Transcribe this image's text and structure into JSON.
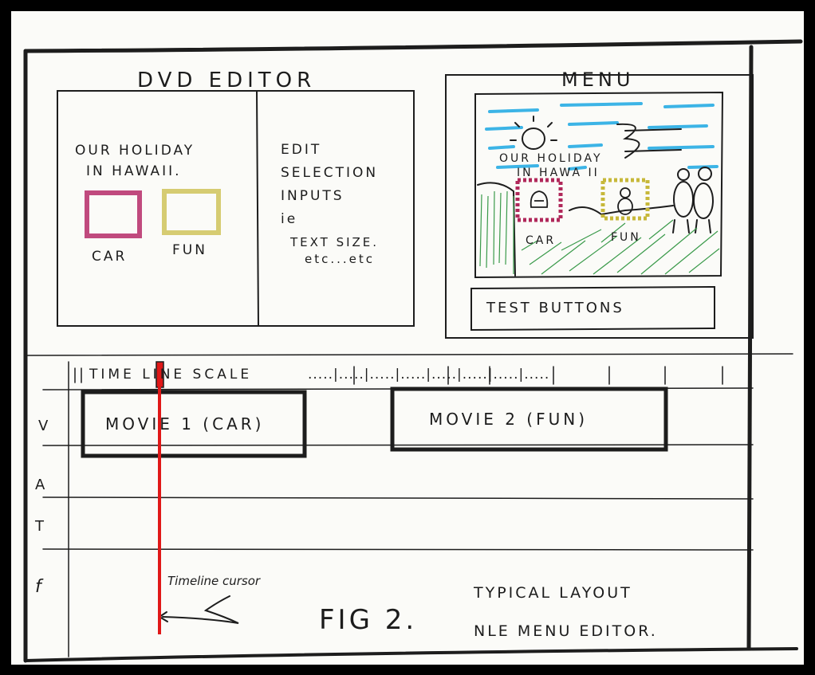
{
  "dvd_editor": {
    "title": "DVD EDITOR",
    "menu_title_line1": "OUR HOLIDAY",
    "menu_title_line2": "IN HAWAII.",
    "buttons": [
      {
        "label": "CAR",
        "color": "#c04a7e"
      },
      {
        "label": "FUN",
        "color": "#d6cc72"
      }
    ],
    "properties": [
      "EDIT",
      "SELECTION",
      "INPUTS",
      "ie",
      "TEXT SIZE.",
      "etc...etc"
    ]
  },
  "menu_preview": {
    "title": "MENU",
    "caption_line1": "OUR HOLIDAY",
    "caption_line2": "IN HAWA II",
    "buttons": [
      {
        "label": "CAR",
        "color": "#b0285a"
      },
      {
        "label": "FUN",
        "color": "#c7b83a"
      }
    ],
    "sky_color": "#3cb4e6",
    "grass_color": "#3a9a4a",
    "test_buttons": "TEST BUTTONS"
  },
  "timeline": {
    "scale_label": "TIME LINE SCALE",
    "scale_dashes": ".....|.....|.....|.....|.....|.....|.....|.....",
    "tracks": [
      "V",
      "A",
      "T",
      "f"
    ],
    "clips": [
      {
        "label": "MOVIE 1 (CAR)"
      },
      {
        "label": "MOVIE 2 (FUN)"
      }
    ],
    "cursor_color": "#e01818",
    "cursor_label": "Timeline cursor"
  },
  "figure": {
    "label": "FIG 2.",
    "caption_line1": "TYPICAL LAYOUT",
    "caption_line2": "NLE MENU EDITOR."
  }
}
